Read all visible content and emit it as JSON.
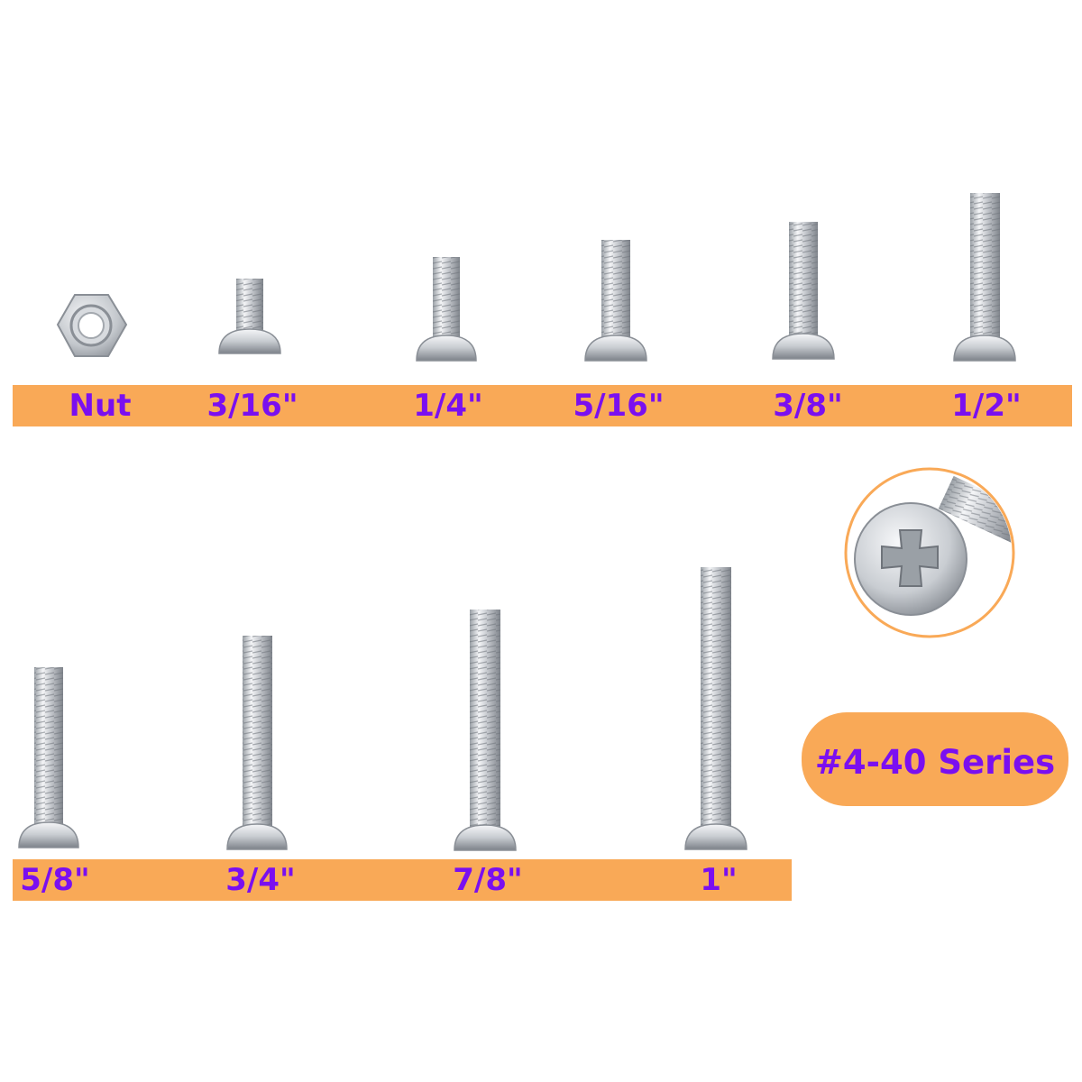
{
  "top_row": {
    "items": [
      {
        "label": "Nut"
      },
      {
        "label": "3/16\""
      },
      {
        "label": "1/4\""
      },
      {
        "label": "5/16\""
      },
      {
        "label": "3/8\""
      },
      {
        "label": "1/2\""
      }
    ]
  },
  "bottom_row": {
    "items": [
      {
        "label": "5/8\""
      },
      {
        "label": "3/4\""
      },
      {
        "label": "7/8\""
      },
      {
        "label": "1\""
      }
    ]
  },
  "series_badge": {
    "label": "#4-40 Series"
  },
  "icons": {
    "nut": "hex-nut-icon",
    "screw": "button-head-screw-icon",
    "closeup": "phillips-head-closeup-icon"
  },
  "colors": {
    "band": "#f9a957",
    "text": "#7a0ff0",
    "metal_light": "#f2f3f5",
    "metal_dark": "#8f939a"
  }
}
